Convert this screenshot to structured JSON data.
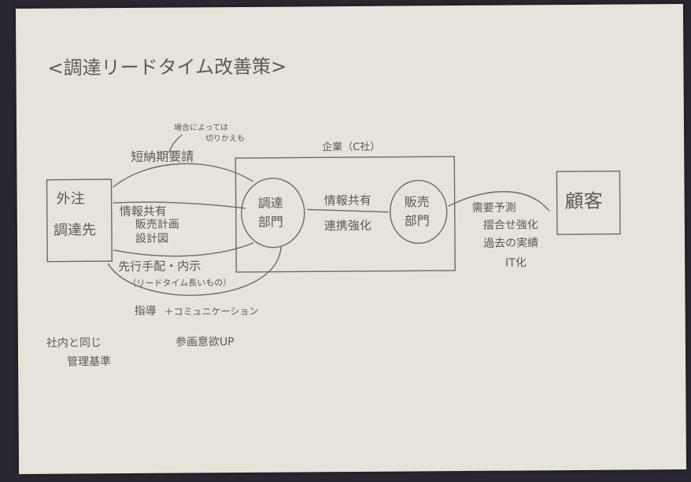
{
  "title": "<調達リードタイム改善策>",
  "note_small": [
    "場合によっては",
    "切りかえも"
  ],
  "short_delivery": "短納期要請",
  "company_label": "企業（C社）",
  "supplier": [
    "外注",
    "調達先"
  ],
  "info_share_left": "情報共有",
  "info_items": [
    "販売計画",
    "設計図"
  ],
  "advance": "先行手配・内示",
  "advance_note": "（リードタイム長いもの）",
  "procurement": [
    "調達",
    "部門"
  ],
  "center_labels": [
    "情報共有",
    "連携強化"
  ],
  "sales": [
    "販売",
    "部門"
  ],
  "customer": "顧客",
  "demand": {
    "main": "需要予測",
    "items": [
      "摺合せ強化",
      "過去の実績"
    ],
    "sub": "IT化"
  },
  "guidance": "指導",
  "communication": "＋コミュニケーション",
  "same_standard": [
    "社内と同じ",
    "管理基準"
  ],
  "motivation": "参画意欲UP",
  "ink_color": "#5e5a52"
}
